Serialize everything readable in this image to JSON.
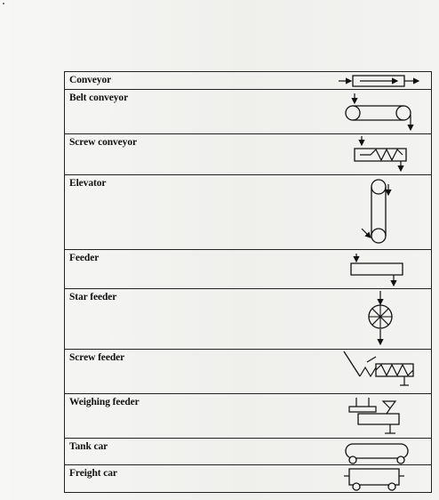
{
  "rows": [
    {
      "label": "Conveyor",
      "icon": "conveyor-symbol-icon"
    },
    {
      "label": "Belt conveyor",
      "icon": "belt-conveyor-symbol-icon"
    },
    {
      "label": "Screw conveyor",
      "icon": "screw-conveyor-symbol-icon"
    },
    {
      "label": "Elevator",
      "icon": "elevator-symbol-icon"
    },
    {
      "label": "Feeder",
      "icon": "feeder-symbol-icon"
    },
    {
      "label": "Star feeder",
      "icon": "star-feeder-symbol-icon"
    },
    {
      "label": "Screw feeder",
      "icon": "screw-feeder-symbol-icon"
    },
    {
      "label": "Weighing feeder",
      "icon": "weighing-feeder-symbol-icon"
    },
    {
      "label": "Tank car",
      "icon": "tank-car-symbol-icon"
    },
    {
      "label": "Freight car",
      "icon": "freight-car-symbol-icon"
    }
  ]
}
